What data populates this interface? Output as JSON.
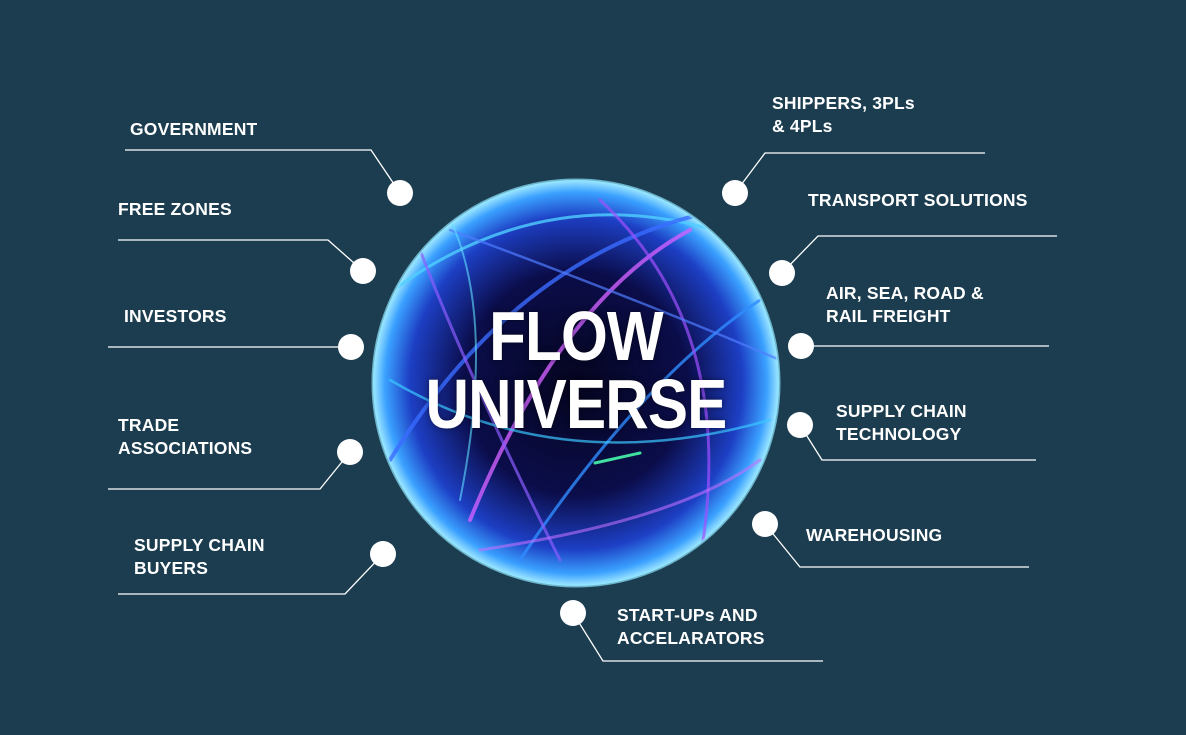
{
  "center": {
    "line1": "FLOW",
    "line2": "UNIVERSE"
  },
  "left_items": [
    {
      "line1": "GOVERNMENT",
      "line2": ""
    },
    {
      "line1": "FREE ZONES",
      "line2": ""
    },
    {
      "line1": "INVESTORS",
      "line2": ""
    },
    {
      "line1": "TRADE",
      "line2": "ASSOCIATIONS"
    },
    {
      "line1": "SUPPLY CHAIN",
      "line2": "BUYERS"
    }
  ],
  "right_items": [
    {
      "line1": "SHIPPERS, 3PLs",
      "line2": "& 4PLs"
    },
    {
      "line1": "TRANSPORT SOLUTIONS",
      "line2": ""
    },
    {
      "line1": "AIR, SEA, ROAD &",
      "line2": "RAIL FREIGHT"
    },
    {
      "line1": "SUPPLY CHAIN",
      "line2": "TECHNOLOGY"
    },
    {
      "line1": "WAREHOUSING",
      "line2": ""
    },
    {
      "line1": "START-UPs AND",
      "line2": "ACCELARATORS"
    }
  ],
  "colors": {
    "background": "#1b3d4f",
    "connector": "#ffffff",
    "sphere_core": "#0a0a3a",
    "sphere_glow": "#2a6cff"
  }
}
